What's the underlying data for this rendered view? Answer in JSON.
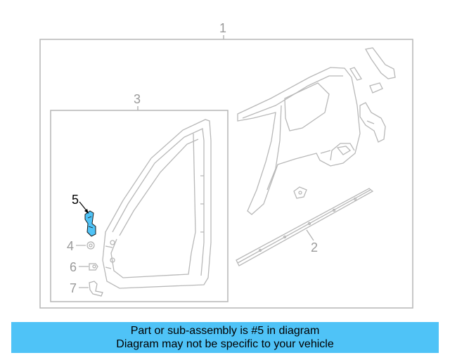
{
  "diagram": {
    "callouts": {
      "c1": "1",
      "c2": "2",
      "c3": "3",
      "c4": "4",
      "c5": "5",
      "c6": "6",
      "c7": "7"
    },
    "highlighted_part": "5",
    "highlight_color": "#4fc3f7",
    "line_color": "#b0b0b0"
  },
  "banner": {
    "line1": "Part or sub-assembly is #5 in diagram",
    "line2": "Diagram may not be specific to your vehicle",
    "background": "#4fc3f7"
  }
}
